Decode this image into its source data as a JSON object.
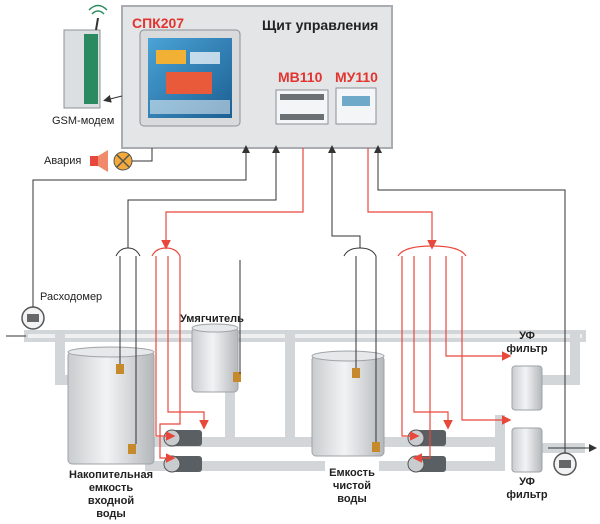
{
  "panel": {
    "controller": "СПК207",
    "title": "Щит управления",
    "module_in": "МВ110",
    "module_out": "МУ110"
  },
  "gsm_label": "GSM-модем",
  "alarm_label": "Авария",
  "flowmeter_label": "Расходомер",
  "softener_label": "Умягчитель",
  "tank_in_lines": [
    "Накопительная",
    "емкость",
    "входной",
    "воды"
  ],
  "tank_clean_lines": [
    "Емкость",
    "чистой",
    "воды"
  ],
  "uv_top_lines": [
    "УФ",
    "фильтр"
  ],
  "uv_bottom_lines": [
    "УФ",
    "фильтр"
  ],
  "colors": {
    "signal_in": "#333333",
    "signal_out": "#e8473c",
    "pipe": "#d2d6d9",
    "panel_bg": "#e3e5e7",
    "label_red": "#e3342f"
  }
}
